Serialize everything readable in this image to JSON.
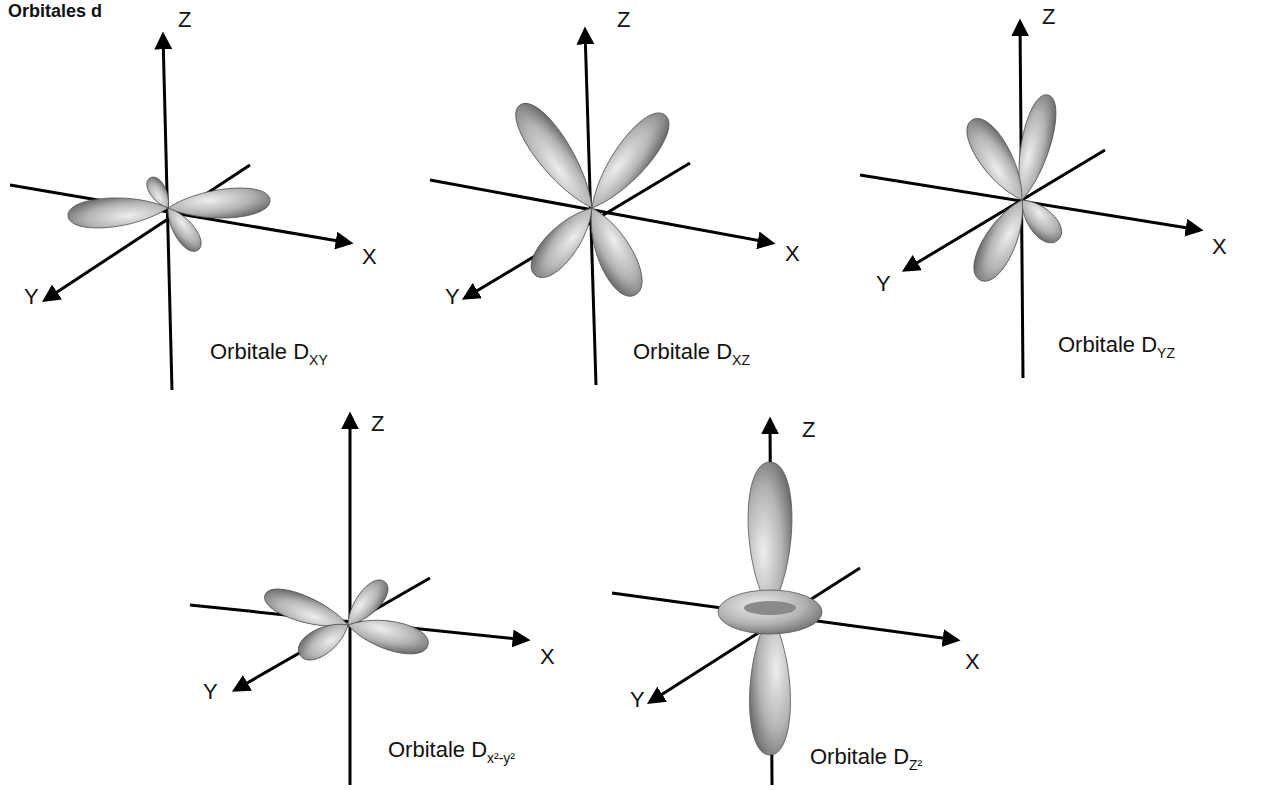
{
  "diagram": {
    "title": "Orbitales d",
    "labels": [
      "Z",
      "X",
      "Y",
      "Orbitale D",
      "XY",
      "Z",
      "X",
      "Y",
      "Orbitale D",
      "XZ",
      "Z",
      "X",
      "Y",
      "Orbitale D",
      "YZ",
      "Z",
      "X",
      "Y",
      "Orbitale D",
      "x²-y²",
      "Z",
      "X",
      "Y",
      "Orbitale D",
      "Z²"
    ]
  }
}
